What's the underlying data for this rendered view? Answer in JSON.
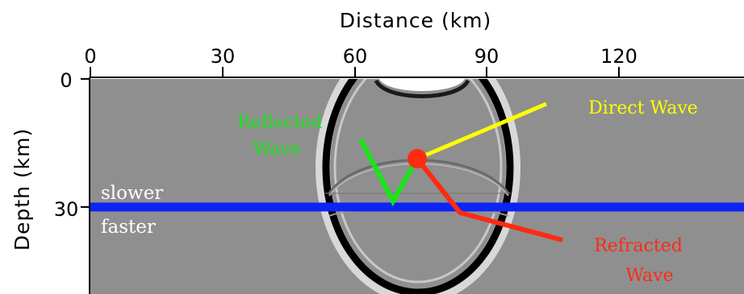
{
  "x_axis": {
    "title": "Distance (km)",
    "ticks": [
      "0",
      "30",
      "60",
      "90",
      "120"
    ]
  },
  "y_axis": {
    "title": "Depth (km)",
    "ticks": [
      "0",
      "30"
    ]
  },
  "labels": {
    "reflected": [
      "Reflected",
      "Wave"
    ],
    "direct": "Direct Wave",
    "refracted": [
      "Refracted",
      "Wave"
    ],
    "slower": "slower",
    "faster": "faster"
  },
  "colors": {
    "background": "#8f8f8f",
    "interface": "#0a25f5",
    "reflected": "#19e619",
    "direct": "#ffff00",
    "refracted": "#ff2a12",
    "source": "#ff2a12",
    "wavefront": "#000000"
  }
}
